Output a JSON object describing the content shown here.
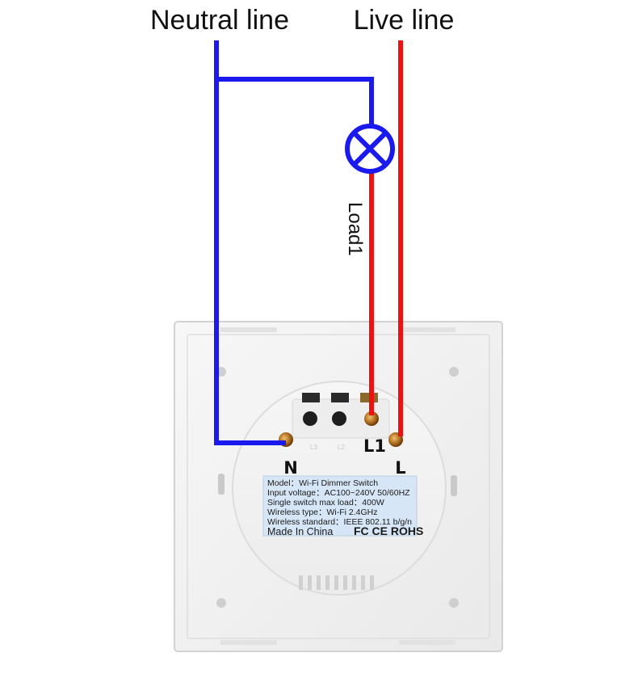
{
  "titles": {
    "neutral": "Neutral line",
    "live": "Live line"
  },
  "load": {
    "label": "Load1"
  },
  "terminals": {
    "neutral": "N",
    "load": "L1",
    "live": "L"
  },
  "product_label": {
    "model": "Model：Wi-Fi Dimmer Switch",
    "input_voltage": "Input voltage：AC100~240V  50/60HZ",
    "max_load": "Single switch max load：400W",
    "wireless_type": "Wireless type：Wi-Fi 2.4GHz",
    "wireless_standard": "Wireless standard：IEEE 802.11 b/g/n",
    "origin": "Made In China",
    "certifications": "FC CE ROHS",
    "terminal_marks": [
      "L3",
      "L2"
    ]
  },
  "colors": {
    "neutral_wire": "#1a1aee",
    "live_wire": "#ee1111",
    "plate": "#f4f4f4",
    "label_bg": "#d6e6f6"
  },
  "icons": {
    "lamp": "lamp-load-icon"
  }
}
